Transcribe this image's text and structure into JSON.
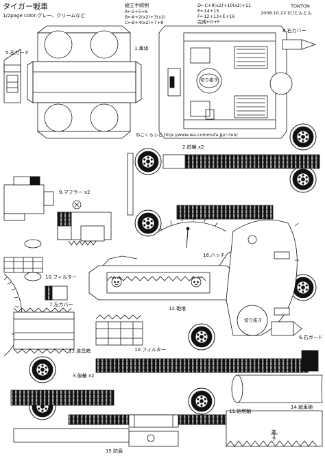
{
  "header": {
    "title": "タイガー戦車",
    "subtitle": "1/2page color:グレー、クリームなど",
    "assembly_title": "組立手順例",
    "steps_left": [
      "A←1+5+6",
      "B←A+2(x2)+3(x2)",
      "C←B+4(x2)+7+8"
    ],
    "steps_right": [
      "D←C+9(x2)+10(x2)+11",
      "E←14+15",
      "F←12+13+E+16",
      "完成←D+F"
    ],
    "date": "2008.10.22 (C)とんとん",
    "author": "TONTON",
    "site": "ねこくらふと http://www.wa.commufa.jp/~ton/"
  },
  "parts": {
    "p1": "1.車体",
    "p2": "2.前輪 x2",
    "p3": "3.後輪 x2",
    "p5": "5.左ガード",
    "p6": "6.右ガード",
    "p7": "7.左カバー",
    "p8": "8.右カバー",
    "p9": "9.マフラー x2",
    "p10a": "10.フィルター",
    "p10b": "10.フィルター",
    "p11": "11.砲塔軸",
    "p12": "12.砲塔",
    "p13": "13.道具箱",
    "p14": "14.戦車砲",
    "p15": "15.防盾",
    "p16": "16.ハッチ"
  },
  "marks": {
    "cut_out_1": "切り抜き",
    "cut_out_2": "切り抜き",
    "front": "前",
    "down": "下"
  }
}
